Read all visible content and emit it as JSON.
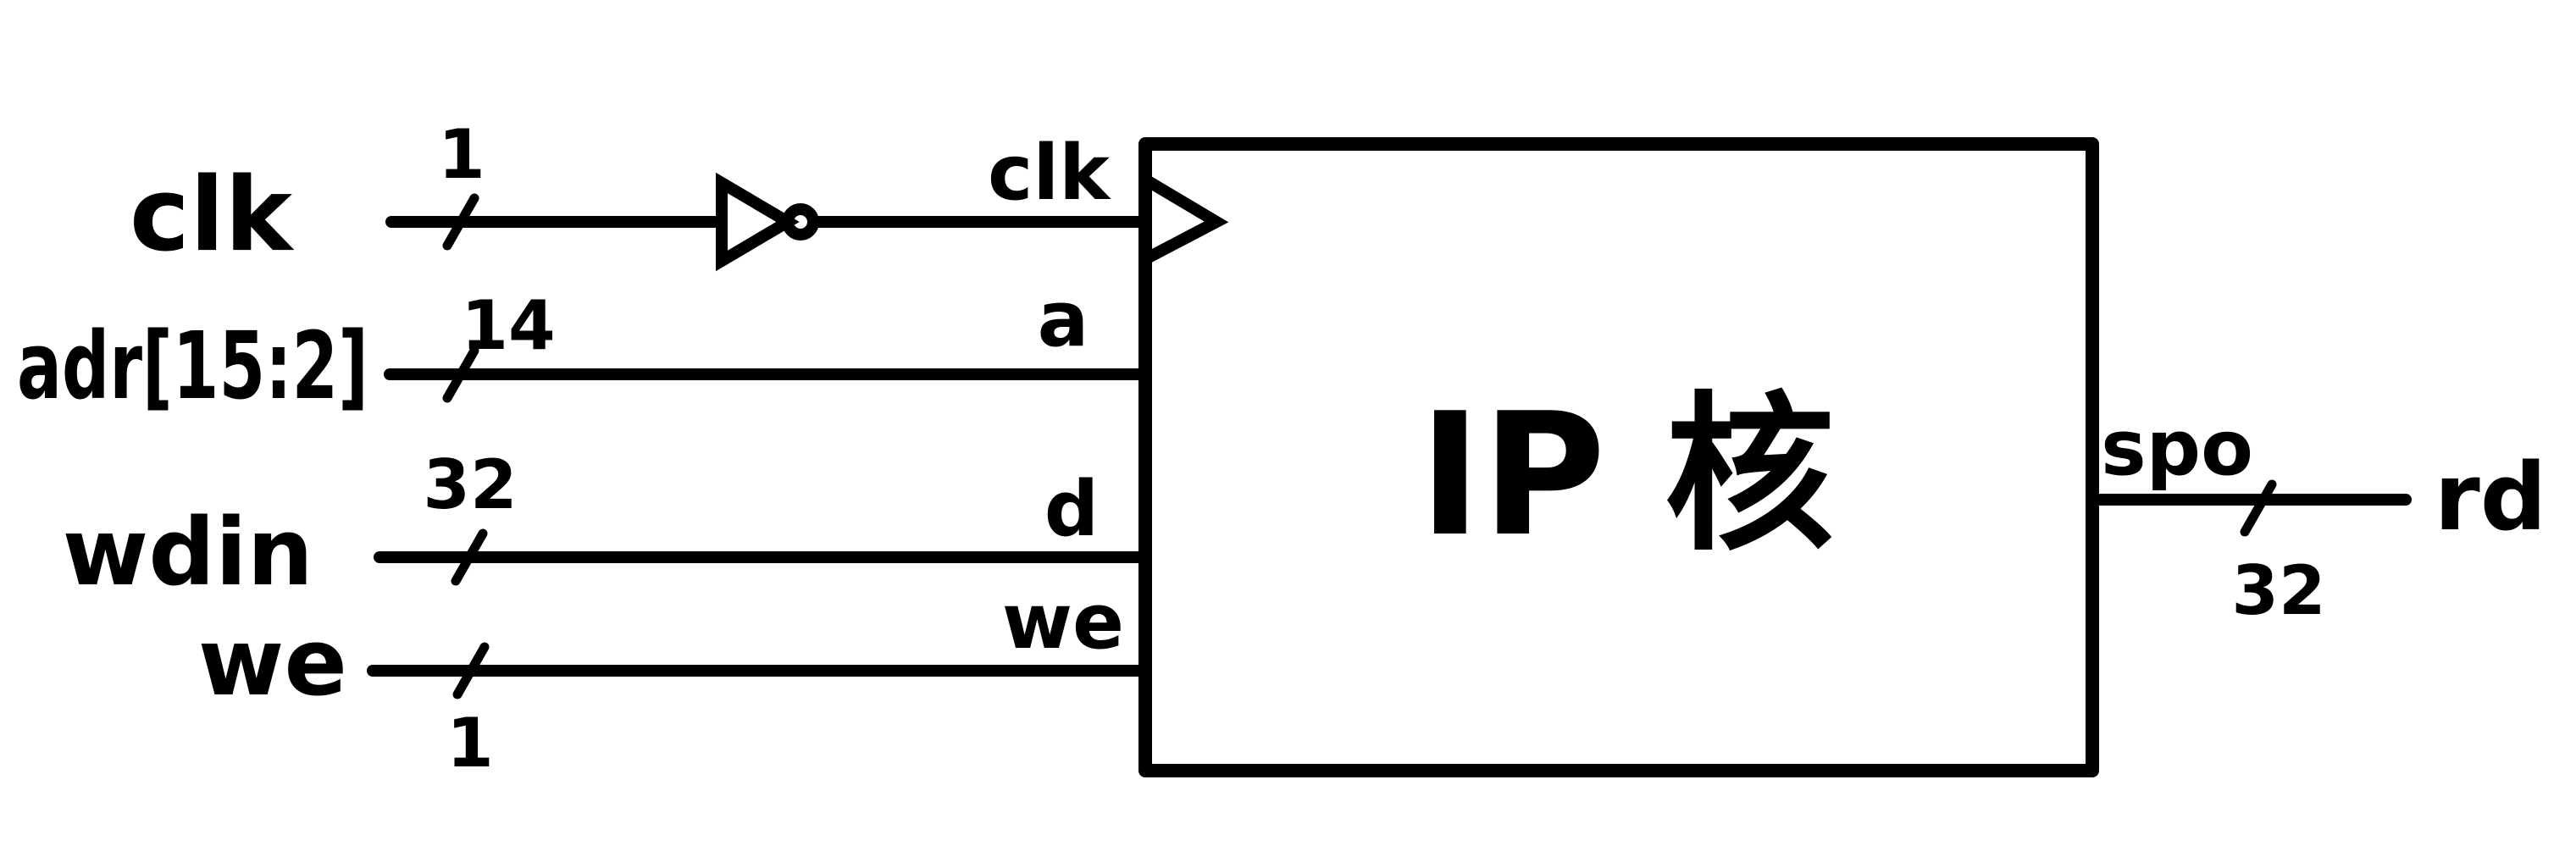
{
  "block": {
    "title": "IP 核"
  },
  "inputs": [
    {
      "signal": "clk",
      "width": "1",
      "port": "clk"
    },
    {
      "signal": "adr[15:2]",
      "width": "14",
      "port": "a"
    },
    {
      "signal": "wdin",
      "width": "32",
      "port": "d"
    },
    {
      "signal": "we",
      "width": "1",
      "port": "we"
    }
  ],
  "outputs": [
    {
      "signal": "rd",
      "width": "32",
      "port": "spo"
    }
  ],
  "colors": {
    "ink": "#000000",
    "paper": "#ffffff"
  },
  "icons": {
    "clock_buffer": "triangle-buffer-inverter-icon",
    "clock_input": "clock-triangle-icon"
  }
}
